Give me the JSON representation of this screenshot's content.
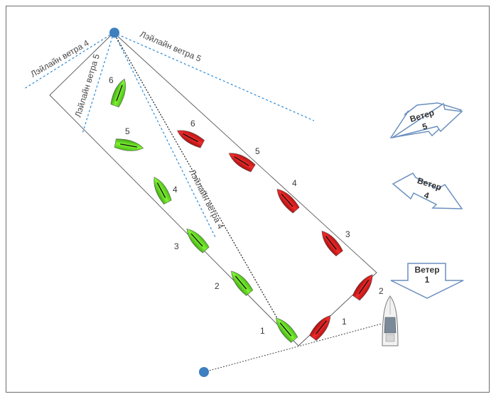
{
  "layline_labels": {
    "wind4_left": "Лэйлайн ветра 4",
    "wind5_left": "Лэйлайн ветра 5",
    "wind5_right": "Лэйлайн ветра 5",
    "wind4_center": "Лэйлайн ветра 4"
  },
  "wind_arrows": [
    {
      "line1": "Ветер",
      "line2": "5"
    },
    {
      "line1": "Ветер",
      "line2": "4"
    },
    {
      "line1": "Ветер",
      "line2": "1"
    }
  ],
  "green_boats": [
    {
      "label": "1"
    },
    {
      "label": "2"
    },
    {
      "label": "3"
    },
    {
      "label": "4"
    },
    {
      "label": "5"
    },
    {
      "label": "6"
    }
  ],
  "red_boats": [
    {
      "label": "1"
    },
    {
      "label": "2"
    },
    {
      "label": "3"
    },
    {
      "label": "4"
    },
    {
      "label": "5"
    },
    {
      "label": "6"
    }
  ],
  "colors": {
    "green_boat": "#6fe12a",
    "red_boat": "#e21b1b",
    "mark": "#3d7fbf",
    "layline": "#2a8ad6",
    "arrow_stroke": "#6a8fbf"
  }
}
